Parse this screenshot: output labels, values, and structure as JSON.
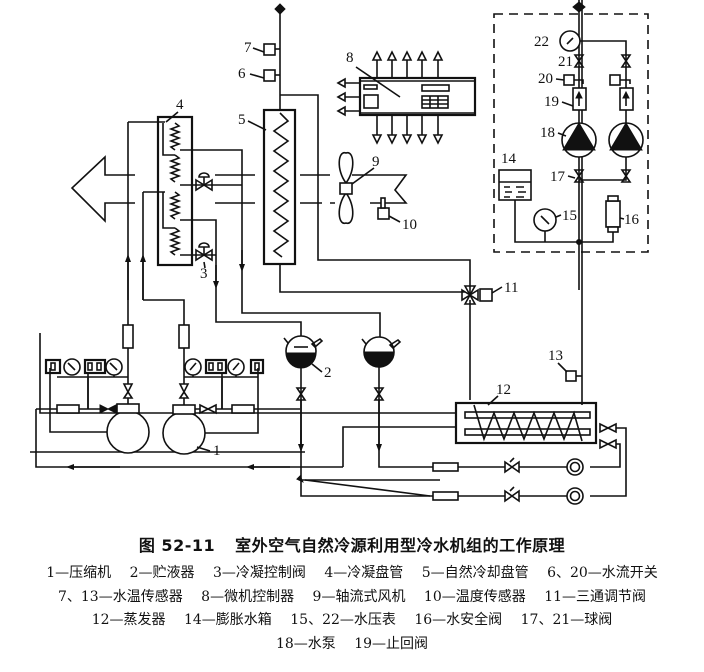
{
  "figure": {
    "number": "图 52-11",
    "title": "室外空气自然冷源利用型冷水机组的工作原理"
  },
  "labels": {
    "l1": "1",
    "l2": "2",
    "l3": "3",
    "l4": "4",
    "l5": "5",
    "l6": "6",
    "l7": "7",
    "l8": "8",
    "l9": "9",
    "l10": "10",
    "l11": "11",
    "l12": "12",
    "l13": "13",
    "l14": "14",
    "l15": "15",
    "l16": "16",
    "l17": "17",
    "l18": "18",
    "l19": "19",
    "l20": "20",
    "l21": "21",
    "l22": "22"
  },
  "legend": {
    "rows": [
      [
        "1—压缩机",
        "2—贮液器",
        "3—冷凝控制阀",
        "4—冷凝盘管",
        "5—自然冷却盘管",
        "6、20—水流开关"
      ],
      [
        "7、13—水温传感器",
        "8—微机控制器",
        "9—轴流式风机",
        "10—温度传感器",
        "11—三通调节阀"
      ],
      [
        "12—蒸发器",
        "14—膨胀水箱",
        "15、22—水压表",
        "16—水安全阀",
        "17、21—球阀"
      ],
      [
        "18—水泵",
        "19—止回阀"
      ]
    ]
  },
  "components": [
    {
      "id": 1,
      "name": "压缩机"
    },
    {
      "id": 2,
      "name": "贮液器"
    },
    {
      "id": 3,
      "name": "冷凝控制阀"
    },
    {
      "id": 4,
      "name": "冷凝盘管"
    },
    {
      "id": 5,
      "name": "自然冷却盘管"
    },
    {
      "id": 6,
      "name": "水流开关"
    },
    {
      "id": 7,
      "name": "水温传感器"
    },
    {
      "id": 8,
      "name": "微机控制器"
    },
    {
      "id": 9,
      "name": "轴流式风机"
    },
    {
      "id": 10,
      "name": "温度传感器"
    },
    {
      "id": 11,
      "name": "三通调节阀"
    },
    {
      "id": 12,
      "name": "蒸发器"
    },
    {
      "id": 13,
      "name": "水温传感器"
    },
    {
      "id": 14,
      "name": "膨胀水箱"
    },
    {
      "id": 15,
      "name": "水压表"
    },
    {
      "id": 16,
      "name": "水安全阀"
    },
    {
      "id": 17,
      "name": "球阀"
    },
    {
      "id": 18,
      "name": "水泵"
    },
    {
      "id": 19,
      "name": "止回阀"
    },
    {
      "id": 20,
      "name": "水流开关"
    },
    {
      "id": 21,
      "name": "球阀"
    },
    {
      "id": 22,
      "name": "水压表"
    }
  ]
}
